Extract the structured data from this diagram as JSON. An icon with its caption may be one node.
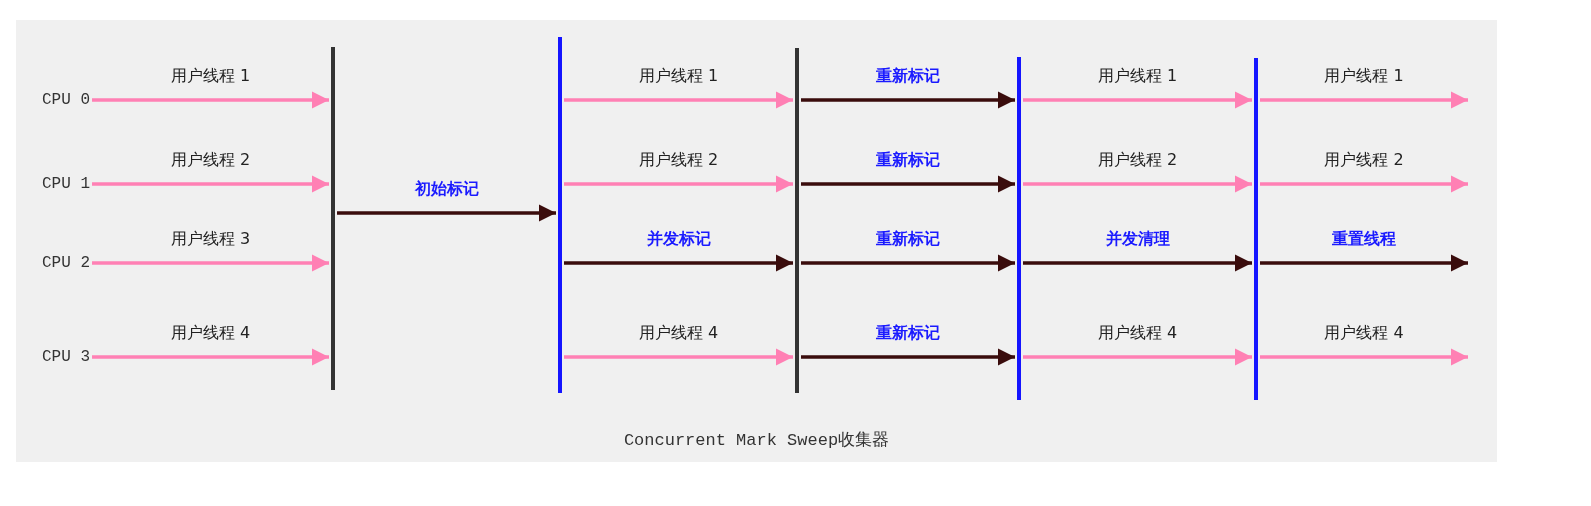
{
  "diagram": {
    "caption": "Concurrent Mark Sweep收集器",
    "nodes": [
      {
        "text": [
          "CPU 0"
        ]
      },
      {
        "text": [
          "CPU 1"
        ]
      },
      {
        "text": [
          "CPU 2"
        ]
      },
      {
        "text": [
          "CPU 3"
        ]
      },
      {
        "text": [],
        "shape": "bar"
      },
      {
        "text": [],
        "shape": "bar"
      },
      {
        "text": [],
        "shape": "bar"
      },
      {
        "text": [],
        "shape": "bar"
      },
      {
        "text": [],
        "shape": "bar"
      }
    ],
    "edges": [
      {
        "from": 0,
        "to": 4,
        "arrow": "to",
        "label": "用户线程 1"
      },
      {
        "from": 1,
        "to": 4,
        "arrow": "to",
        "label": "用户线程 2"
      },
      {
        "from": 2,
        "to": 4,
        "arrow": "to",
        "label": "用户线程 3"
      },
      {
        "from": 3,
        "to": 4,
        "arrow": "to",
        "label": "用户线程 4"
      },
      {
        "from": 4,
        "to": 5,
        "arrow": "to",
        "label": "初始标记",
        "color": "#3a0c0c"
      },
      {
        "from": 5,
        "to": 6,
        "arrow": "to",
        "label": "用户线程 1"
      },
      {
        "from": 5,
        "to": 6,
        "arrow": "to",
        "label": "用户线程 2"
      },
      {
        "from": 5,
        "to": 6,
        "arrow": "to",
        "label": "并发标记",
        "color": "#3a0c0c"
      },
      {
        "from": 5,
        "to": 6,
        "arrow": "to",
        "label": "用户线程 4"
      },
      {
        "from": 6,
        "to": 7,
        "arrow": "to",
        "label": "重新标记",
        "color": "#3a0c0c"
      },
      {
        "from": 6,
        "to": 7,
        "arrow": "to",
        "label": "重新标记",
        "color": "#3a0c0c"
      },
      {
        "from": 6,
        "to": 7,
        "arrow": "to",
        "label": "重新标记",
        "color": "#3a0c0c"
      },
      {
        "from": 6,
        "to": 7,
        "arrow": "to",
        "label": "重新标记",
        "color": "#3a0c0c"
      },
      {
        "from": 7,
        "to": 8,
        "arrow": "to",
        "label": "用户线程 1"
      },
      {
        "from": 7,
        "to": 8,
        "arrow": "to",
        "label": "用户线程 2"
      },
      {
        "from": 7,
        "to": 8,
        "arrow": "to",
        "label": "并发清理",
        "color": "#3a0c0c"
      },
      {
        "from": 7,
        "to": 8,
        "arrow": "to",
        "label": "用户线程 4"
      },
      {
        "from": 8,
        "to": null,
        "arrow": "to",
        "label": "用户线程 1"
      },
      {
        "from": 8,
        "to": null,
        "arrow": "to",
        "label": "用户线程 2"
      },
      {
        "from": 8,
        "to": null,
        "arrow": "to",
        "label": "重置线程",
        "color": "#3a0c0c"
      },
      {
        "from": 8,
        "to": null,
        "arrow": "to",
        "label": "用户线程 4"
      }
    ]
  }
}
